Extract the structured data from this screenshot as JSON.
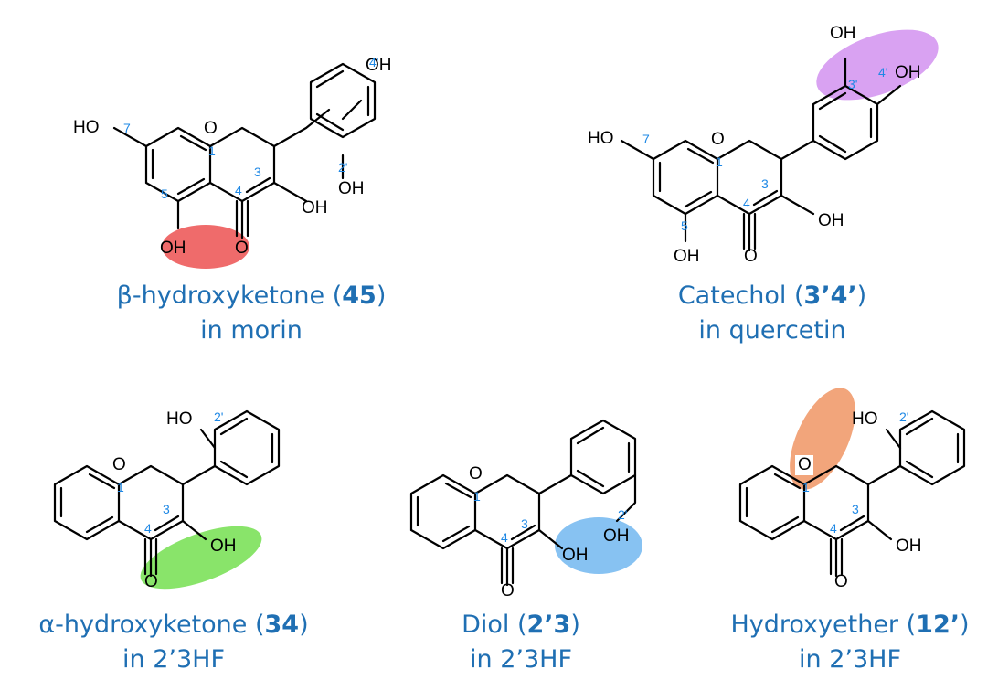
{
  "highlight_colors": {
    "red": "#ef6b6b",
    "purple": "#d9a2f2",
    "green": "#89e46a",
    "blue": "#87c2f2",
    "orange": "#f2a57b"
  },
  "atom_color": "#000000",
  "number_color": "#1e88e5",
  "caption_color": "#1f6fb3",
  "atoms": {
    "HO": "HO",
    "OH": "OH",
    "O": "O"
  },
  "numbers": {
    "n1": "1",
    "n2p": "2'",
    "n3": "3",
    "n3p": "3'",
    "n4": "4",
    "n4p": "4'",
    "n5": "5",
    "n7": "7"
  },
  "panels": {
    "morin": {
      "caption_prefix": "β-hydroxyketone (",
      "caption_bold": "45",
      "caption_suffix": ")",
      "caption_line2": "in morin"
    },
    "quercetin": {
      "caption_prefix": "Catechol (",
      "caption_bold": "3’4’",
      "caption_suffix": ")",
      "caption_line2": "in quercetin"
    },
    "alpha": {
      "caption_prefix": "α-hydroxyketone (",
      "caption_bold": "34",
      "caption_suffix": ")",
      "caption_line2": "in 2’3HF"
    },
    "diol": {
      "caption_prefix": "Diol (",
      "caption_bold": "2’3",
      "caption_suffix": ")",
      "caption_line2": "in 2’3HF"
    },
    "ether": {
      "caption_prefix": "Hydroxyether (",
      "caption_bold": "12’",
      "caption_suffix": ")",
      "caption_line2": "in 2’3HF"
    }
  }
}
